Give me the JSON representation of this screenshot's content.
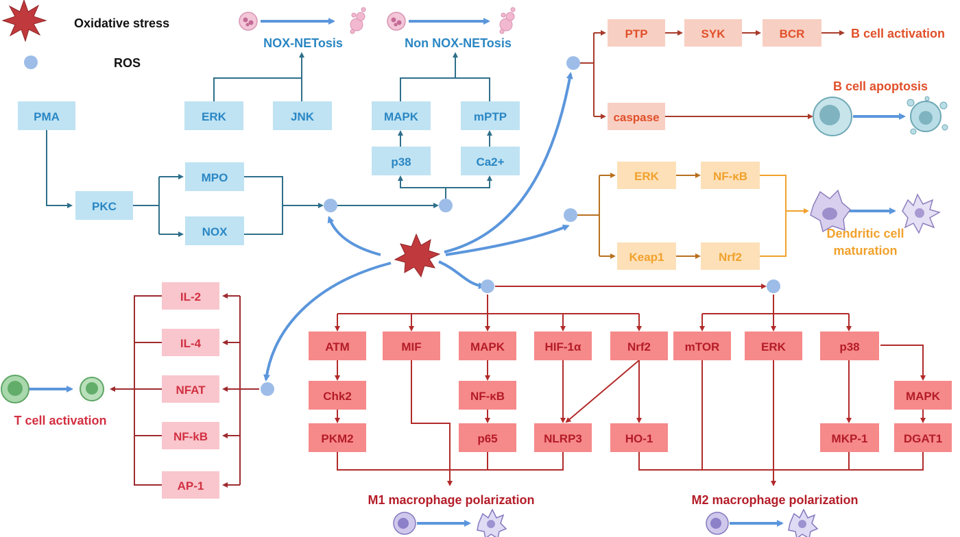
{
  "legend": {
    "oxidative_stress": "Oxidative stress",
    "ros": "ROS"
  },
  "colors": {
    "neutrophil_box": "#bfe3f3",
    "neutrophil_text": "#2a86c3",
    "neutrophil_line": "#2e6f8a",
    "ros_dot": "#9dbde8",
    "curve": "#5b96dc",
    "bcell_box": "#f8cfc3",
    "bcell_text": "#e0502a",
    "bcell_line": "#a83a2a",
    "dc_box": "#fde0b8",
    "dc_text": "#f1a12c",
    "dc_line": "#b8701f",
    "macro_box": "#f6898a",
    "macro_text": "#b41c28",
    "macro_line": "#b22a2a",
    "tcell_box": "#f8c6cc",
    "tcell_text": "#d23042",
    "tcell_line": "#9e2a2e",
    "star": "#c0393c"
  },
  "neutrophil": {
    "netosis_nox": "NOX-NETosis",
    "netosis_non_nox": "Non NOX-NETosis",
    "pma": "PMA",
    "pkc": "PKC",
    "mpo": "MPO",
    "nox": "NOX",
    "erk": "ERK",
    "jnk": "JNK",
    "mapk": "MAPK",
    "mptp": "mPTP",
    "p38": "p38",
    "ca": "Ca2+"
  },
  "bcell": {
    "ptp": "PTP",
    "syk": "SYK",
    "bcr": "BCR",
    "caspase": "caspase",
    "activation": "B cell activation",
    "apoptosis": "B cell apoptosis"
  },
  "dc": {
    "erk": "ERK",
    "nfkb": "NF-κB",
    "keap1": "Keap1",
    "nrf2": "Nrf2",
    "maturation_line1": "Dendritic cell",
    "maturation_line2": "maturation"
  },
  "tcell": {
    "il2": "IL-2",
    "il4": "IL-4",
    "nfat": "NFAT",
    "nfkb": "NF-kB",
    "ap1": "AP-1",
    "activation": "T cell activation"
  },
  "macrophage": {
    "atm": "ATM",
    "chk2": "Chk2",
    "pkm2": "PKM2",
    "mif": "MIF",
    "mapk": "MAPK",
    "nfkb": "NF-κB",
    "p65": "p65",
    "hif": "HIF-1α",
    "nlrp3": "NLRP3",
    "nrf2": "Nrf2",
    "ho1": "HO-1",
    "mtor": "mTOR",
    "erk": "ERK",
    "p38": "p38",
    "mkp1": "MKP-1",
    "mapk2": "MAPK",
    "dgat1": "DGAT1",
    "m1": "M1 macrophage polarization",
    "m2": "M2 macrophage polarization"
  }
}
